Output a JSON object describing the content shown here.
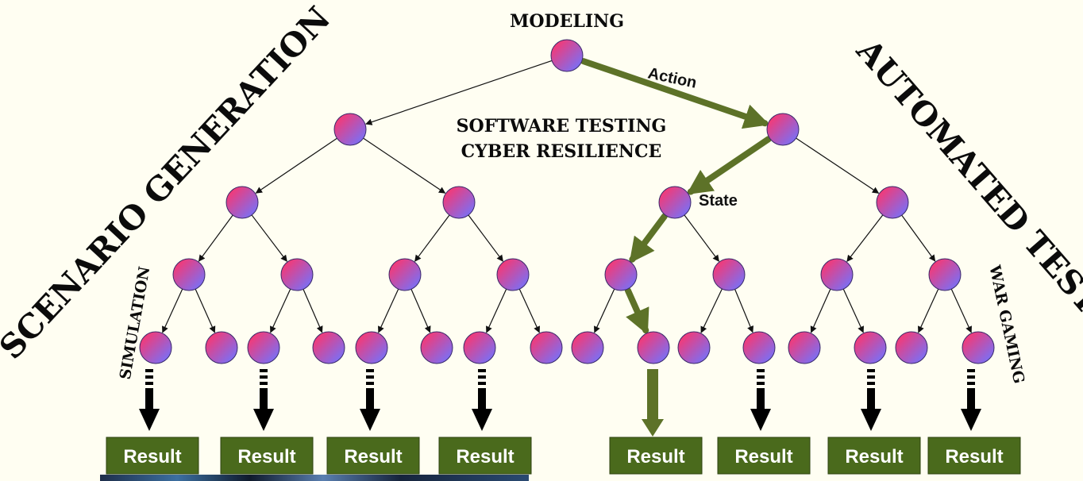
{
  "labels": {
    "top": "MODELING",
    "left_big": "SCENARIO GENERATION",
    "right_big": "AUTOMATED TEST",
    "center_line1": "SOFTWARE TESTING",
    "center_line2": "CYBER RESILIENCE",
    "left_small": "SIMULATION",
    "right_small": "WAR GAMING",
    "edge_action": "Action",
    "edge_state": "State"
  },
  "results": [
    "Result",
    "Result",
    "Result",
    "Result",
    "Result",
    "Result",
    "Result",
    "Result"
  ],
  "colors": {
    "node_pink": "#f23a78",
    "node_blue": "#7f6df0",
    "highlight_path": "#5d7228",
    "result_box": "#4a6a1c",
    "background": "#fffef2"
  }
}
